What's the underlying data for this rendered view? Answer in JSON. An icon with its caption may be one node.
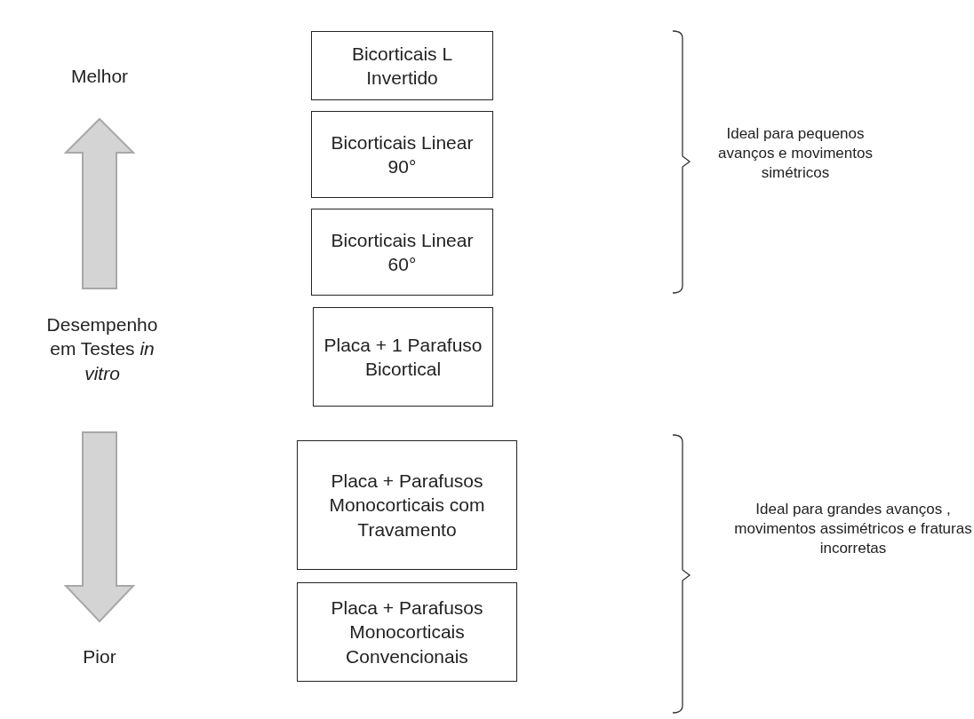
{
  "diagram": {
    "nodes": [
      {
        "text": [
          "Bicorticais L Invertido"
        ]
      },
      {
        "text": [
          "Bicorticais Linear 90°"
        ]
      },
      {
        "text": [
          "Bicorticais Linear 60°"
        ]
      },
      {
        "text": [
          "Placa + 1 Parafuso Bicortical"
        ]
      },
      {
        "text": [
          "Placa + Parafusos Monocorticais com Travamento"
        ]
      },
      {
        "text": [
          "Placa + Parafusos Monocorticais Convencionais"
        ]
      }
    ],
    "edges": [],
    "labels": [
      "Melhor",
      "Desempenho em Testes *in vitro*",
      "Pior",
      "Ideal para pequenos avanços e movimentos simétricos",
      "Ideal para grandes avanços , movimentos assimétricos e fraturas incorretas"
    ]
  }
}
